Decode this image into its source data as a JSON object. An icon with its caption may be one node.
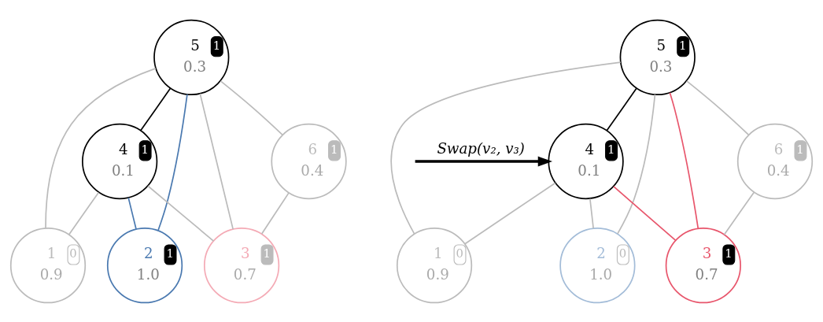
{
  "diagram": {
    "nodes": [
      {
        "text": [
          "5",
          "0.3",
          "1"
        ]
      },
      {
        "text": [
          "4",
          "0.1",
          "1"
        ]
      },
      {
        "text": [
          "6",
          "0.4",
          "1"
        ]
      },
      {
        "text": [
          "1",
          "0.9",
          "0"
        ]
      },
      {
        "text": [
          "3",
          "0.7",
          "1"
        ]
      },
      {
        "text": [
          "2",
          "1.0",
          "1"
        ]
      },
      {
        "text": [
          "5",
          "0.3",
          "1"
        ]
      },
      {
        "text": [
          "4",
          "0.1",
          "1"
        ]
      },
      {
        "text": [
          "6",
          "0.4",
          "1"
        ]
      },
      {
        "text": [
          "1",
          "0.9",
          "0"
        ]
      },
      {
        "text": [
          "3",
          "0.7",
          "1"
        ]
      },
      {
        "text": [
          "2",
          "1.0",
          "0"
        ]
      }
    ],
    "edges": [
      {
        "from": 0,
        "to": 1,
        "arrow": "none",
        "color": "#000000"
      },
      {
        "from": 0,
        "to": 2,
        "arrow": "none"
      },
      {
        "from": 0,
        "to": 3,
        "arrow": "none"
      },
      {
        "from": 0,
        "to": 4,
        "arrow": "none"
      },
      {
        "from": 0,
        "to": 5,
        "arrow": "none",
        "color": "#4a79b0"
      },
      {
        "from": 1,
        "to": 3,
        "arrow": "none"
      },
      {
        "from": 1,
        "to": 4,
        "arrow": "none"
      },
      {
        "from": 1,
        "to": 5,
        "arrow": "none",
        "color": "#4a79b0"
      },
      {
        "from": 2,
        "to": 4,
        "arrow": "none"
      },
      {
        "from": null,
        "to": 7,
        "arrow": "to",
        "style": "thick",
        "color": "#000000",
        "label": "Swap(v₂, v₃)"
      },
      {
        "from": 6,
        "to": 7,
        "arrow": "none",
        "color": "#000000"
      },
      {
        "from": 6,
        "to": 8,
        "arrow": "none"
      },
      {
        "from": 6,
        "to": 9,
        "arrow": "none"
      },
      {
        "from": 6,
        "to": 10,
        "arrow": "none",
        "color": "#e8566c"
      },
      {
        "from": 6,
        "to": 11,
        "arrow": "none"
      },
      {
        "from": 7,
        "to": 9,
        "arrow": "none"
      },
      {
        "from": 7,
        "to": 10,
        "arrow": "none",
        "color": "#e8566c"
      },
      {
        "from": 7,
        "to": 11,
        "arrow": "none"
      },
      {
        "from": 8,
        "to": 10,
        "arrow": "none"
      }
    ]
  }
}
